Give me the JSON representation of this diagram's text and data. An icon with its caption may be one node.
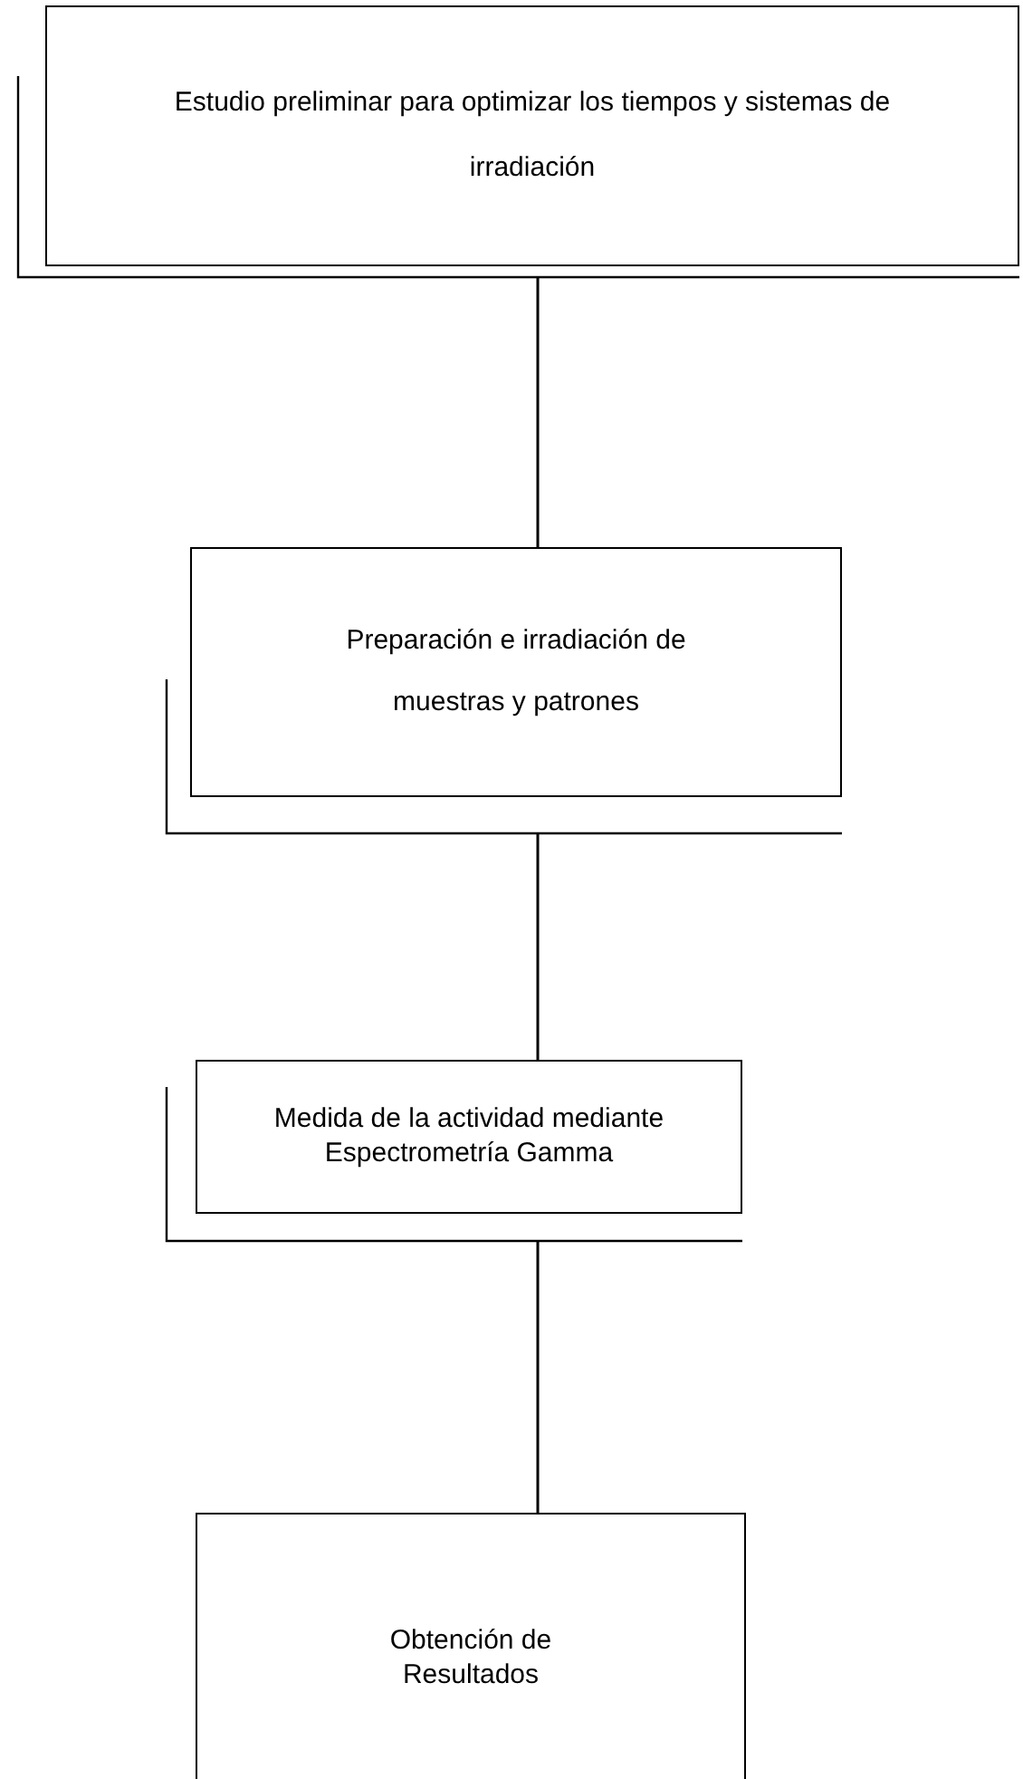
{
  "diagram": {
    "nodes": [
      {
        "text": [
          "Estudio preliminar para optimizar los tiempos y sistemas de irradiación"
        ]
      },
      {
        "text": [
          "Preparación e irradiación de muestras y patrones"
        ]
      },
      {
        "text": [
          "Medida de la actividad mediante Espectrometría Gamma"
        ]
      },
      {
        "text": [
          "Obtención de Resultados"
        ]
      }
    ],
    "edges": [
      {
        "from": 0,
        "to": 1,
        "arrow": "none"
      },
      {
        "from": 1,
        "to": 2,
        "arrow": "none"
      },
      {
        "from": 2,
        "to": 3,
        "arrow": "none"
      }
    ]
  }
}
